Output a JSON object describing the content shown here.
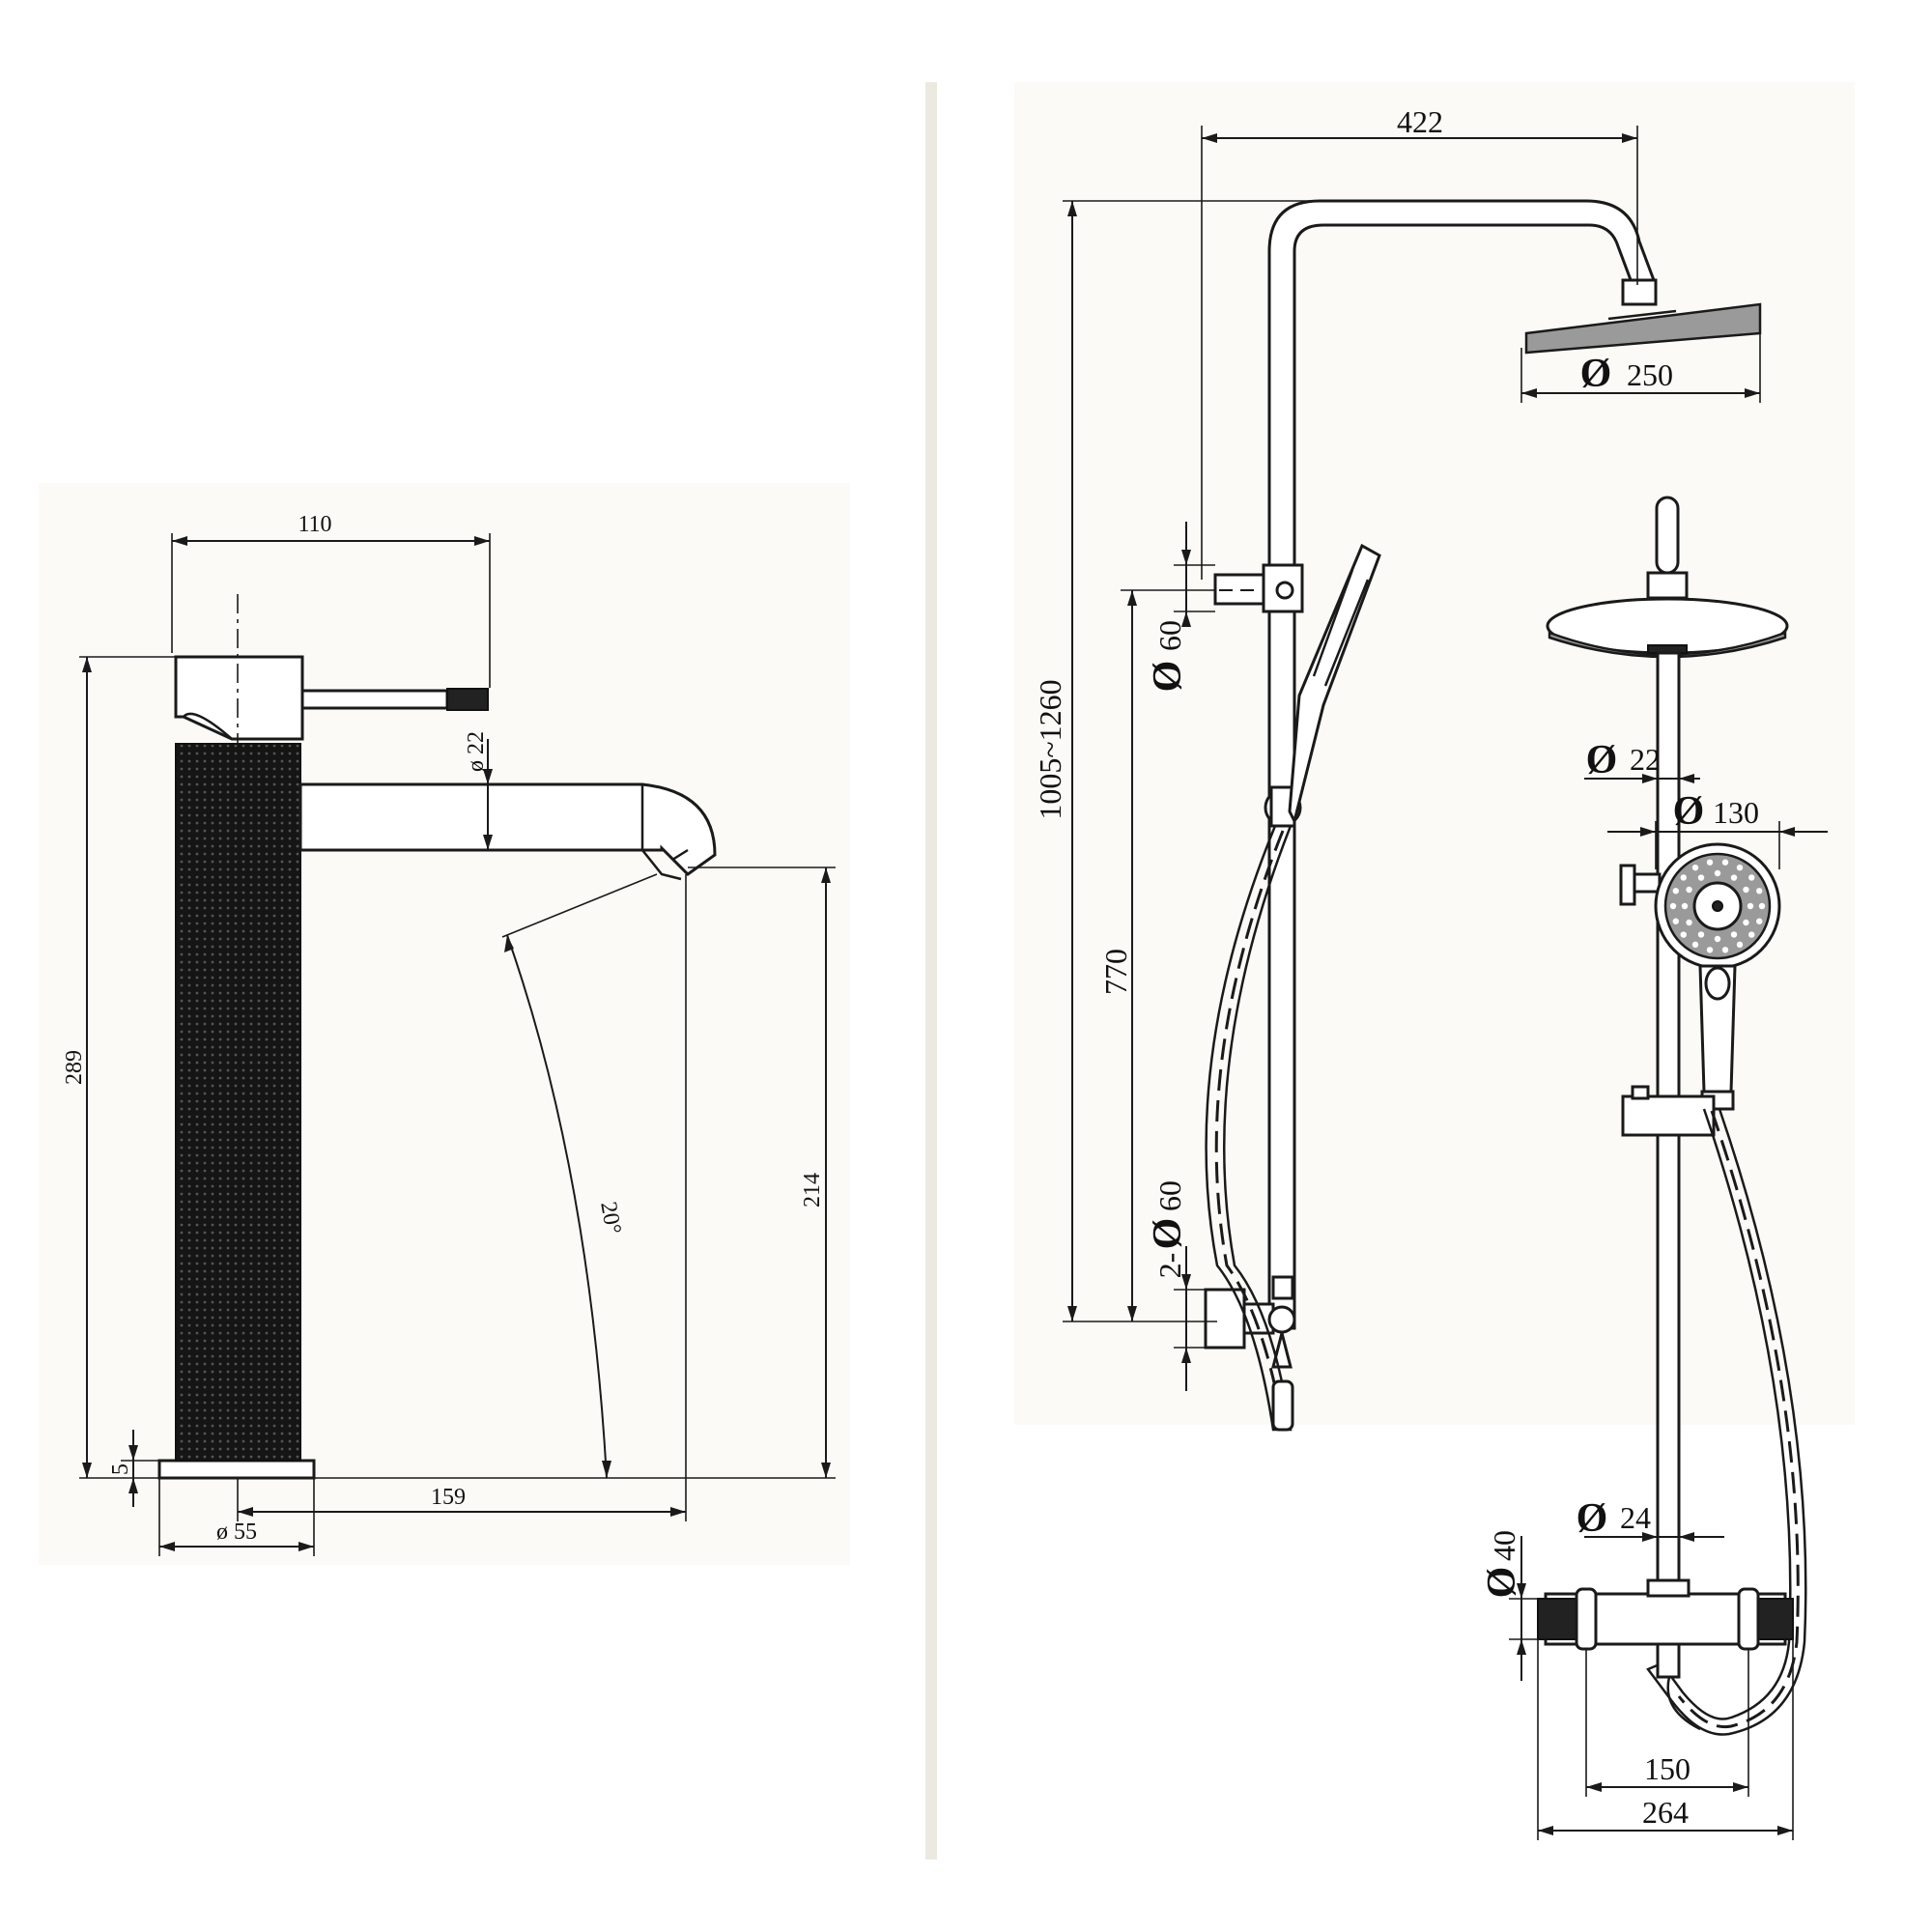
{
  "colors": {
    "line": "#1a1a1a",
    "background": "#ffffff",
    "divider": "#ece9e0",
    "panel": "#fbfaf7"
  },
  "faucet": {
    "width_top": "110",
    "height_total": "289",
    "outlet_height": "214",
    "spout_diameter": "ø 22",
    "spout_reach": "159",
    "base_diameter": "ø 55",
    "base_thickness": "5",
    "angle": "20°"
  },
  "shower": {
    "arm_width": "422",
    "head_diameter_symbol": "Ø",
    "head_diameter": "250",
    "height_range": "1005~1260",
    "center_distance": "770",
    "bracket_top_symbol": "Ø",
    "bracket_top": "60",
    "bracket_bottom_prefix": "2-",
    "bracket_bottom_symbol": "Ø",
    "bracket_bottom": "60",
    "upper_pipe_symbol": "Ø",
    "upper_pipe": "22",
    "hand_shower_symbol": "Ø",
    "hand_shower": "130",
    "lower_pipe_symbol": "Ø",
    "lower_pipe": "24",
    "mixer_body_symbol": "Ø",
    "mixer_body": "40",
    "inlet_centers": "150",
    "mixer_width": "264"
  }
}
